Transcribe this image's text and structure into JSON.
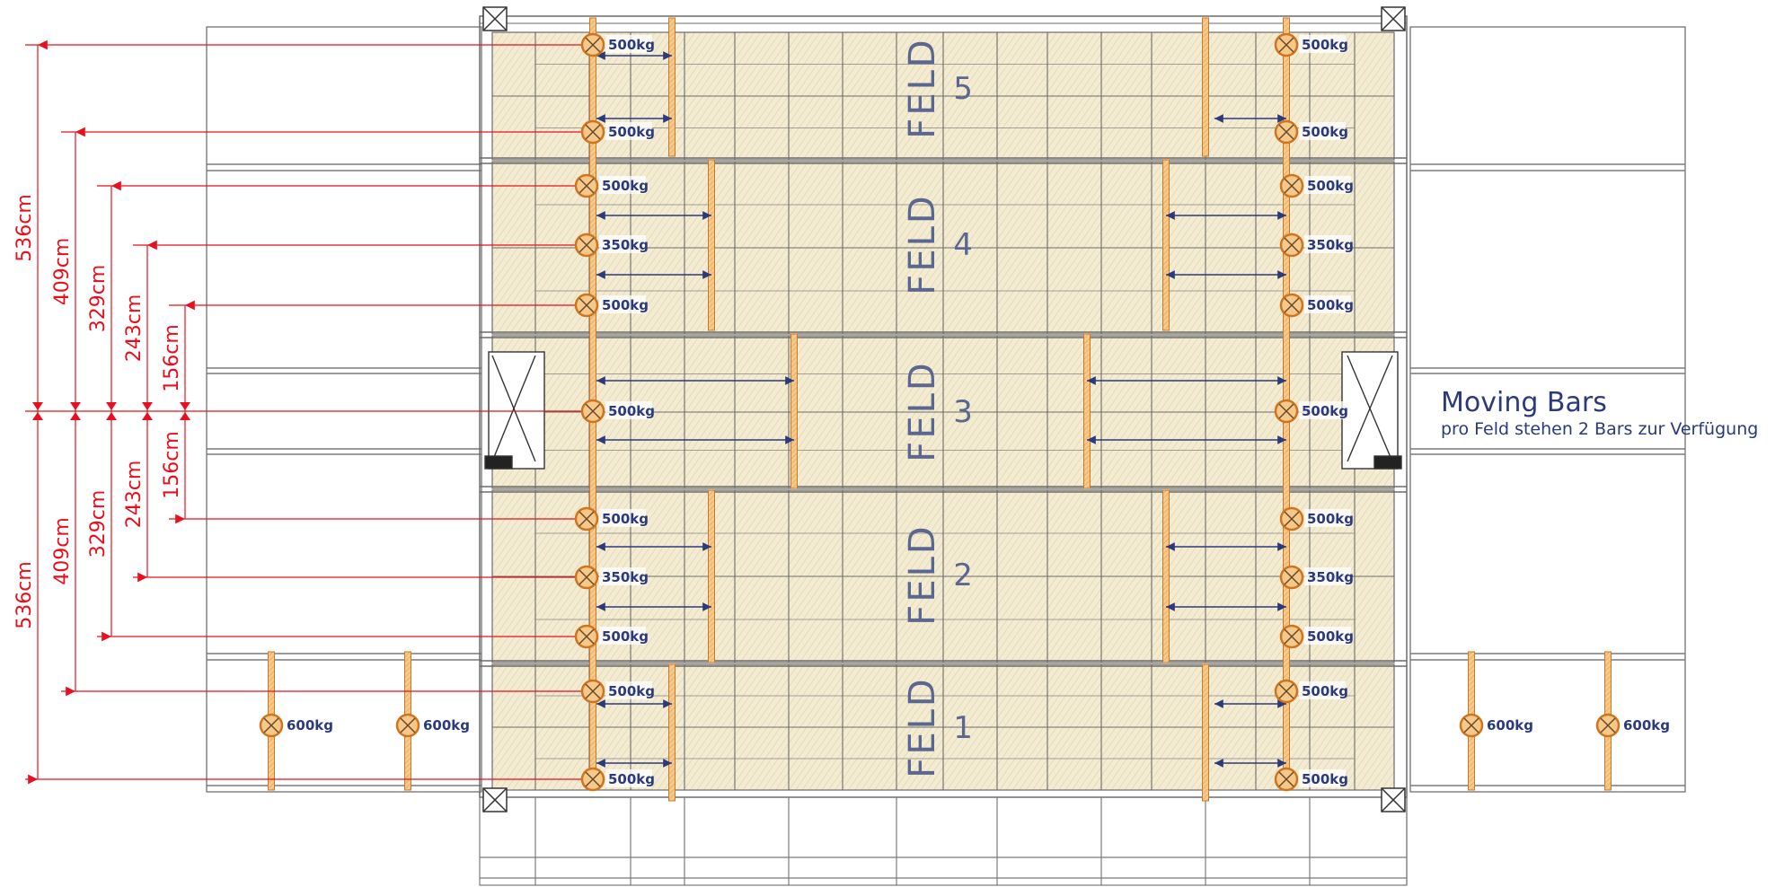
{
  "legend": {
    "title": "Moving Bars",
    "subtitle": "pro Feld stehen 2 Bars zur Verfügung"
  },
  "fields": [
    {
      "word": "FELD",
      "number": "1"
    },
    {
      "word": "FELD",
      "number": "2"
    },
    {
      "word": "FELD",
      "number": "3"
    },
    {
      "word": "FELD",
      "number": "4"
    },
    {
      "word": "FELD",
      "number": "5"
    }
  ],
  "dimensions_upper": [
    "536cm",
    "409cm",
    "329cm",
    "243cm",
    "156cm"
  ],
  "dimensions_lower": [
    "536cm",
    "409cm",
    "329cm",
    "243cm",
    "156cm"
  ],
  "loads": {
    "feld5": [
      "500kg",
      "500kg",
      "500kg",
      "500kg"
    ],
    "feld4": [
      "500kg",
      "350kg",
      "500kg",
      "500kg",
      "350kg",
      "500kg"
    ],
    "feld3": [
      "500kg",
      "500kg"
    ],
    "feld2": [
      "500kg",
      "350kg",
      "500kg",
      "500kg",
      "350kg",
      "500kg"
    ],
    "feld1": [
      "500kg",
      "500kg",
      "500kg",
      "500kg"
    ],
    "side": [
      "600kg",
      "600kg",
      "600kg",
      "600kg"
    ]
  },
  "colors": {
    "dimension": "#e8101c",
    "bar_fill": "#f6c98a",
    "bar_stroke": "#c77a2a",
    "load_text": "#2a3a7a",
    "deck_fill": "#f4ecd2",
    "grid": "#6b6b6b",
    "arrow": "#2a3a7a"
  }
}
